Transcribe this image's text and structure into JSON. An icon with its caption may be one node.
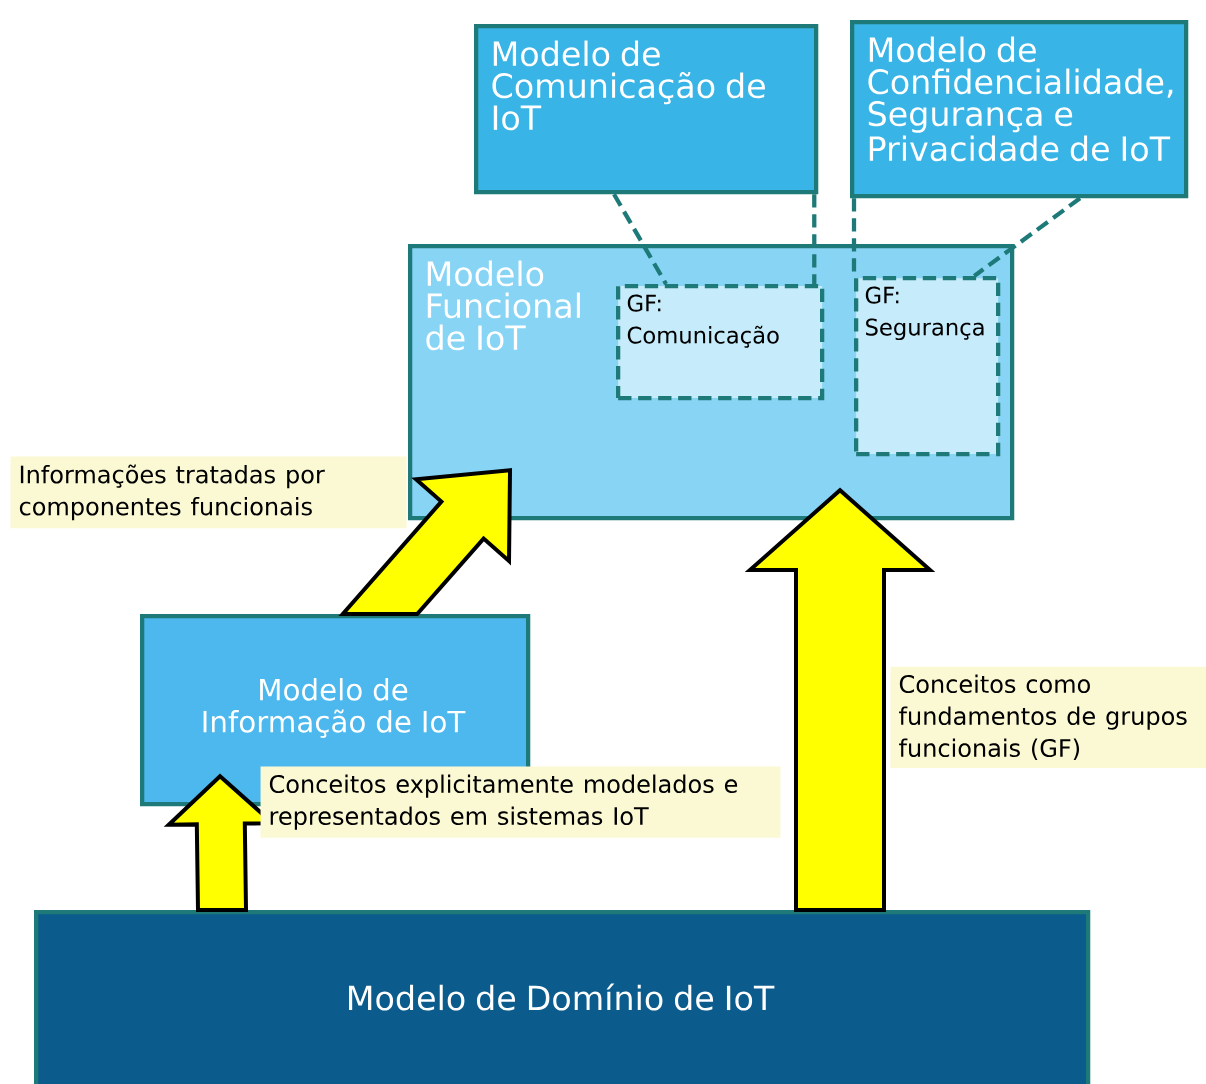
{
  "diagram": {
    "nodes": [
      {
        "text": [
          "Modelo de Comunicação de IoT"
        ]
      },
      {
        "text": [
          "Modelo de Confidencialidade, Segurança e Privacidade de IoT"
        ]
      },
      {
        "text": [
          "Modelo Funcional de IoT"
        ]
      },
      {
        "text": [
          "GF: Comunicação"
        ],
        "in": 2
      },
      {
        "text": [
          "GF: Segurança"
        ],
        "in": 2
      },
      {
        "text": [
          "Modelo de Informação de IoT"
        ]
      },
      {
        "text": [
          "Modelo de Domínio de IoT"
        ]
      }
    ],
    "edges": [
      {
        "from": 0,
        "to": 3,
        "arrow": "none",
        "style": "dashed"
      },
      {
        "from": 0,
        "to": 3,
        "arrow": "none",
        "style": "dashed"
      },
      {
        "from": 1,
        "to": 4,
        "arrow": "none",
        "style": "dashed"
      },
      {
        "from": 1,
        "to": 4,
        "arrow": "none",
        "style": "dashed"
      },
      {
        "from": 6,
        "to": 5,
        "arrow": "to",
        "style": "thick",
        "color": "#ffff00",
        "label": "Conceitos explicitamente modelados e representados em sistemas IoT"
      },
      {
        "from": 5,
        "to": 2,
        "arrow": "to",
        "style": "thick",
        "color": "#ffff00",
        "label": "Informações tratadas por componentes funcionais"
      },
      {
        "from": 6,
        "to": 2,
        "arrow": "to",
        "style": "thick",
        "color": "#ffff00",
        "label": "Conceitos como fundamentos de grupos funcionais (GF)"
      }
    ]
  }
}
